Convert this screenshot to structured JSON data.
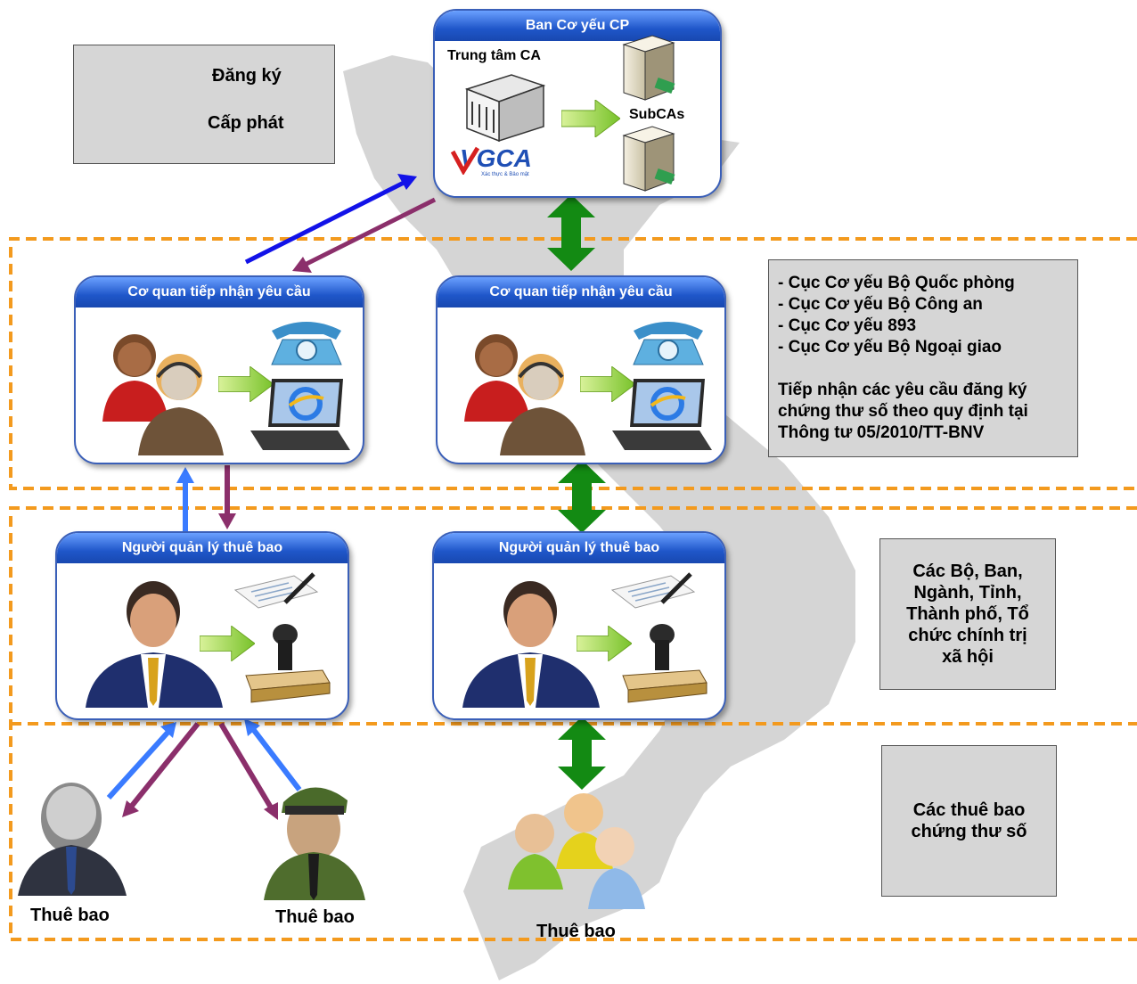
{
  "legend": {
    "register_label": "Đăng ký",
    "issue_label": "Cấp phát",
    "register_color": "#3a7bff",
    "issue_color": "#8b2f6b"
  },
  "top_panel": {
    "title": "Ban Cơ yếu CP",
    "ca_center_label": "Trung tâm CA",
    "subcas_label": "SubCAs",
    "logo_text": "VGCA",
    "logo_tagline": "Xác thực & Bảo mật"
  },
  "reception_panels": [
    {
      "title": "Cơ quan tiếp nhận yêu cầu"
    },
    {
      "title": "Cơ quan tiếp nhận yêu cầu"
    }
  ],
  "manager_panels": [
    {
      "title": "Người quản lý thuê bao"
    },
    {
      "title": "Người quản lý thuê bao"
    }
  ],
  "info_box": {
    "lines": [
      "- Cục Cơ yếu Bộ Quốc phòng",
      "- Cục Cơ yếu Bộ Công an",
      "- Cục Cơ yếu 893",
      "- Cục Cơ yếu Bộ Ngoại giao"
    ],
    "description_lines": [
      "Tiếp nhận các yêu cầu đăng ký",
      "chứng thư số theo quy định tại",
      "Thông tư 05/2010/TT-BNV"
    ]
  },
  "ministries_box": {
    "lines": [
      "Các Bộ, Ban,",
      "Ngành, Tỉnh,",
      "Thành phố, Tổ",
      "chức chính trị",
      "xã hội"
    ]
  },
  "subscribers_box": {
    "lines": [
      "Các thuê bao",
      "chứng thư số"
    ]
  },
  "subscribers": [
    {
      "label": "Thuê bao"
    },
    {
      "label": "Thuê bao"
    },
    {
      "label": "Thuê bao"
    }
  ],
  "colors": {
    "dash_border": "#f39a1e",
    "green_arrow": "#138a13",
    "panel_header": "#1f56c9"
  }
}
